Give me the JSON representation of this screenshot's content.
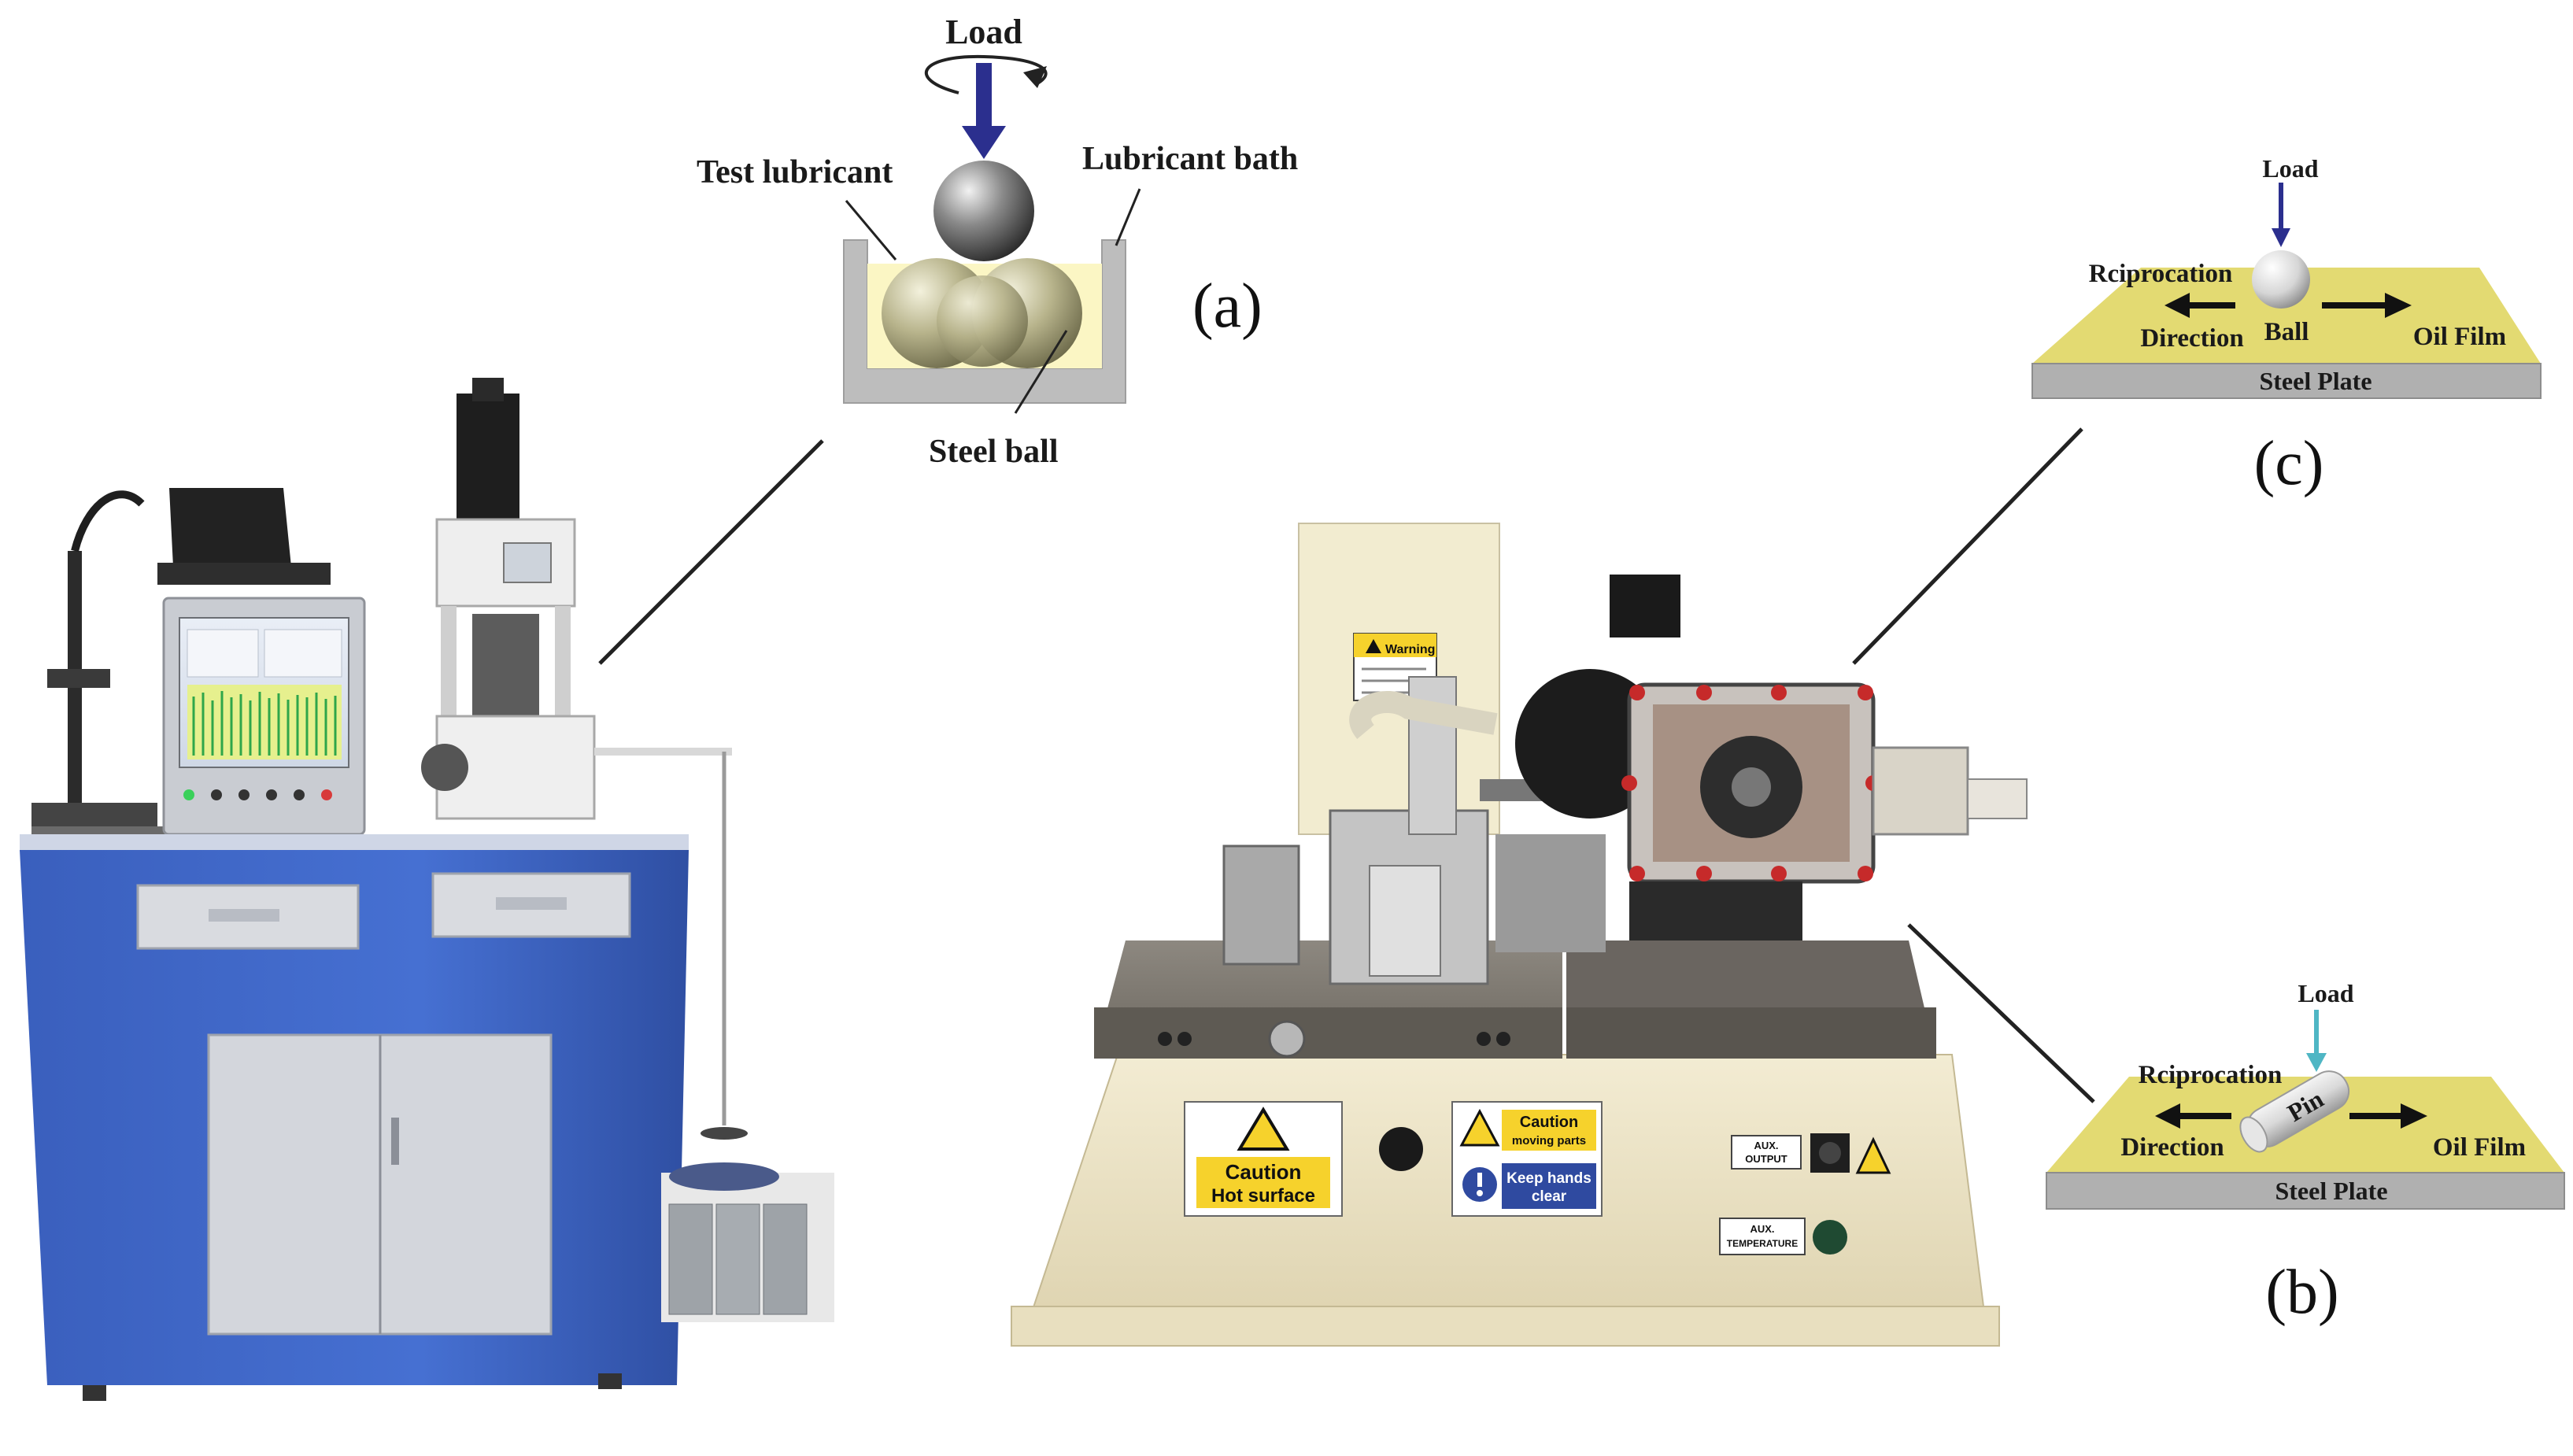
{
  "panel_a": {
    "load": "Load",
    "test_lubricant": "Test lubricant",
    "lubricant_bath": "Lubricant bath",
    "steel_ball": "Steel ball",
    "letter": "(a)"
  },
  "panel_c": {
    "load": "Load",
    "reciprocation": "Rciprocation",
    "direction": "Direction",
    "ball": "Ball",
    "oil_film": "Oil Film",
    "steel_plate": "Steel Plate",
    "letter": "(c)"
  },
  "panel_b": {
    "load": "Load",
    "reciprocation": "Rciprocation",
    "pin": "Pin",
    "direction": "Direction",
    "oil_film": "Oil Film",
    "steel_plate": "Steel Plate",
    "letter": "(b)"
  },
  "machine_labels": {
    "caution_hot_1": "Caution",
    "caution_hot_2": "Hot surface",
    "caution_moving_1": "Caution",
    "caution_moving_2": "moving parts",
    "keep_hands_1": "Keep hands",
    "keep_hands_2": "clear",
    "aux_output_1": "AUX.",
    "aux_output_2": "OUTPUT",
    "aux_temp_1": "AUX.",
    "aux_temp_2": "TEMPERATURE",
    "warning": "Warning"
  },
  "colors": {
    "cabinet_blue": "#3f67c8",
    "plate_yellow": "#e3da72",
    "machine_cream": "#efe6c8",
    "load_arrow_navy": "#2b2f8e",
    "load_arrow_teal": "#4fb6c4",
    "bath_grey": "#bdbdbd"
  }
}
